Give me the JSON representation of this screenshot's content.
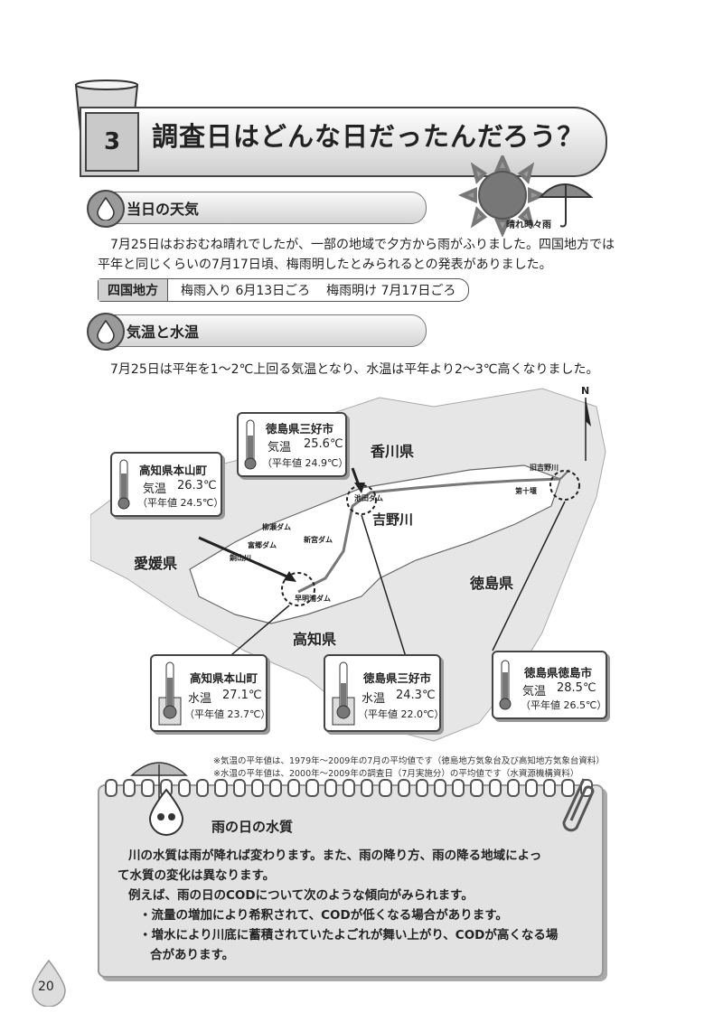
{
  "header": {
    "number": "3",
    "title": "調査日はどんな日だったんだろう？"
  },
  "weather_section": {
    "heading": "当日の天気",
    "icon_label": "晴れ時々雨",
    "paragraph_line1": "7月25日はおおむね晴れでしたが、一部の地域で夕方から雨がふりました。四国地方では",
    "paragraph_line2": "平年と同じくらいの7月17日頃、梅雨明したとみられるとの発表がありました。",
    "rainy_season": {
      "region": "四国地方",
      "start": "梅雨入り 6月13日ごろ",
      "end": "梅雨明け 7月17日ごろ"
    }
  },
  "temp_section": {
    "heading": "気温と水温",
    "paragraph": "7月25日は平年を1〜2℃上回る気温となり、水温は平年より2〜3℃高くなりました。"
  },
  "map": {
    "north": "N",
    "prefectures": {
      "kagawa": "香川県",
      "ehime": "愛媛県",
      "tokushima": "徳島県",
      "kochi": "高知県"
    },
    "river": "吉野川",
    "places": {
      "ikeda_dam": "池田ダム",
      "kyu_yoshino": "旧吉野川",
      "dai10": "第十堰",
      "sameura_dam": "早明浦ダム",
      "shingu_dam": "新宮ダム",
      "yanase_dam": "柳瀬ダム",
      "tomisato_dam": "富郷ダム",
      "dozan": "銅山川"
    },
    "air_callouts": [
      {
        "name": "徳島県三好市",
        "label": "気温",
        "value": "25.6℃",
        "normal": "（平年値 24.9℃）"
      },
      {
        "name": "高知県本山町",
        "label": "気温",
        "value": "26.3℃",
        "normal": "（平年値 24.5℃）"
      }
    ],
    "water_callouts": [
      {
        "name": "高知県本山町",
        "label": "水温",
        "value": "27.1℃",
        "normal": "（平年値 23.7℃）"
      },
      {
        "name": "徳島県三好市",
        "label": "水温",
        "value": "24.3℃",
        "normal": "（平年値 22.0℃）"
      },
      {
        "name": "徳島県徳島市",
        "label": "気温",
        "value": "28.5℃",
        "normal": "（平年値 26.5℃）"
      }
    ]
  },
  "notes": {
    "line1": "※気温の平年値は、1979年〜2009年の7月の平均値です（徳島地方気象台及び高知地方気象台資料）",
    "line2": "※水温の平年値は、2000年〜2009年の調査日（7月実施分）の平均値です（水資源機構資料）"
  },
  "rain_box": {
    "title": "雨の日の水質",
    "line1": "川の水質は雨が降れば変わります。また、雨の降り方、雨の降る地域によっ",
    "line2": "て水質の変化は異なります。",
    "line3": "例えば、雨の日のCODについて次のような傾向がみられます。",
    "bullet1": "・流量の増加により希釈されて、CODが低くなる場合があります。",
    "bullet2a": "・増水により川底に蓄積されていたよごれが舞い上がり、CODが高くなる場",
    "bullet2b": "合があります。"
  },
  "page_number": "20"
}
